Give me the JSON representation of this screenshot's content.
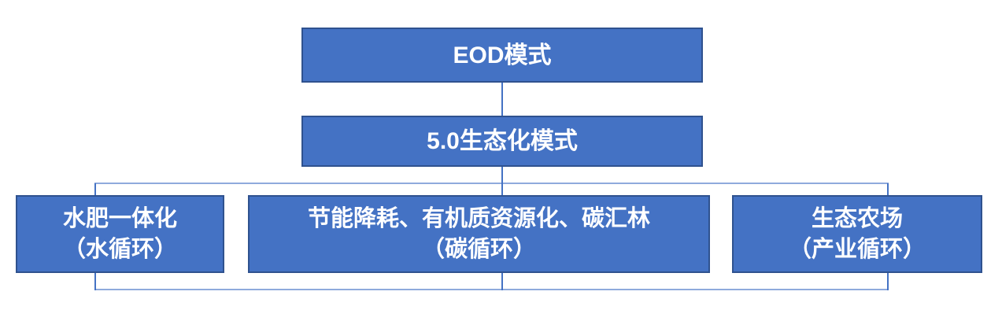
{
  "diagram": {
    "root": {
      "label": "EOD模式"
    },
    "level2": {
      "label": "5.0生态化模式"
    },
    "children": [
      {
        "line1": "水肥一体化",
        "line2": "（水循环）"
      },
      {
        "line1": "节能降耗、有机质资源化、碳汇林",
        "line2": "（碳循环）"
      },
      {
        "line1": "生态农场",
        "line2": "（产业循环）"
      }
    ],
    "colors": {
      "node_fill": "#4472C4",
      "node_border": "#2F528F",
      "node_text": "#FFFFFF",
      "connector_dark": "#4472C4",
      "connector_light": "#8FAADC",
      "background": "#FFFFFF"
    }
  }
}
